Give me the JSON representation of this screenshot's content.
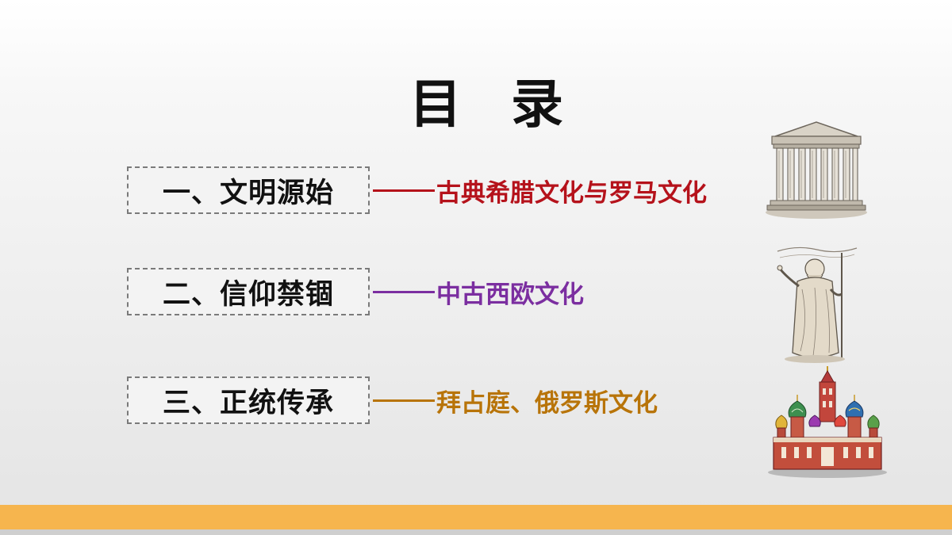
{
  "title": {
    "char1": "目",
    "char2": "录"
  },
  "items": [
    {
      "label": "一、文明源始",
      "subtitle": "古典希腊文化与罗马文化",
      "color": "#b5121b"
    },
    {
      "label": "二、信仰禁锢",
      "subtitle": "中古西欧文化",
      "color": "#7b2ea0"
    },
    {
      "label": "三、正统传承",
      "subtitle": "拜占庭、俄罗斯文化",
      "color": "#b87409"
    }
  ],
  "subtitle_prefix": "——",
  "icons": [
    "greek-temple-illustration",
    "religious-figure-illustration",
    "onion-dome-church-illustration"
  ],
  "footer_bar_color": "#f6b54e"
}
